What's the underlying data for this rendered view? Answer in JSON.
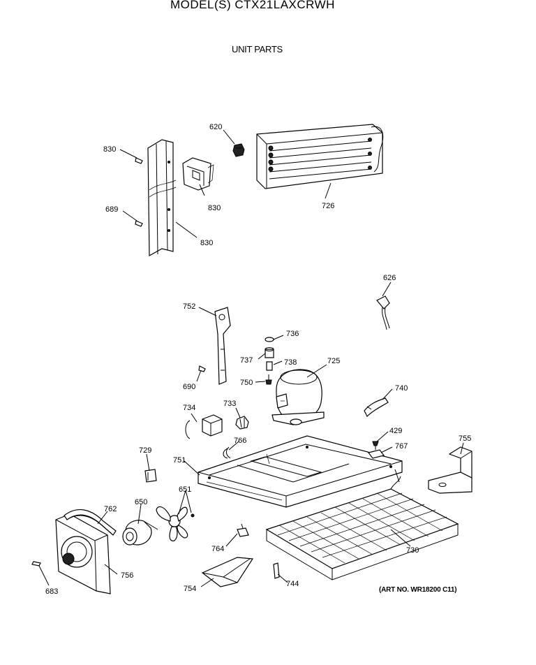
{
  "header": {
    "model_title": "MODEL(S) CTX21LAXCRWH",
    "section_title": "UNIT PARTS"
  },
  "footer": {
    "art_number": "(ART NO. WR18200 C11)"
  },
  "callouts": [
    {
      "id": "c620",
      "label": "620"
    },
    {
      "id": "c830a",
      "label": "830"
    },
    {
      "id": "c830b",
      "label": "830"
    },
    {
      "id": "c830c",
      "label": "830"
    },
    {
      "id": "c689",
      "label": "689"
    },
    {
      "id": "c726",
      "label": "726"
    },
    {
      "id": "c626",
      "label": "626"
    },
    {
      "id": "c752",
      "label": "752"
    },
    {
      "id": "c736",
      "label": "736"
    },
    {
      "id": "c737",
      "label": "737"
    },
    {
      "id": "c738",
      "label": "738"
    },
    {
      "id": "c725",
      "label": "725"
    },
    {
      "id": "c750",
      "label": "750"
    },
    {
      "id": "c690",
      "label": "690"
    },
    {
      "id": "c740",
      "label": "740"
    },
    {
      "id": "c734",
      "label": "734"
    },
    {
      "id": "c733",
      "label": "733"
    },
    {
      "id": "c429",
      "label": "429"
    },
    {
      "id": "c767",
      "label": "767"
    },
    {
      "id": "c755",
      "label": "755"
    },
    {
      "id": "c766",
      "label": "766"
    },
    {
      "id": "c729",
      "label": "729"
    },
    {
      "id": "c751",
      "label": "751"
    },
    {
      "id": "c651",
      "label": "651"
    },
    {
      "id": "c650",
      "label": "650"
    },
    {
      "id": "c762",
      "label": "762"
    },
    {
      "id": "c764",
      "label": "764"
    },
    {
      "id": "c730",
      "label": "730"
    },
    {
      "id": "c756",
      "label": "756"
    },
    {
      "id": "c754",
      "label": "754"
    },
    {
      "id": "c744",
      "label": "744"
    },
    {
      "id": "c683",
      "label": "683"
    }
  ]
}
